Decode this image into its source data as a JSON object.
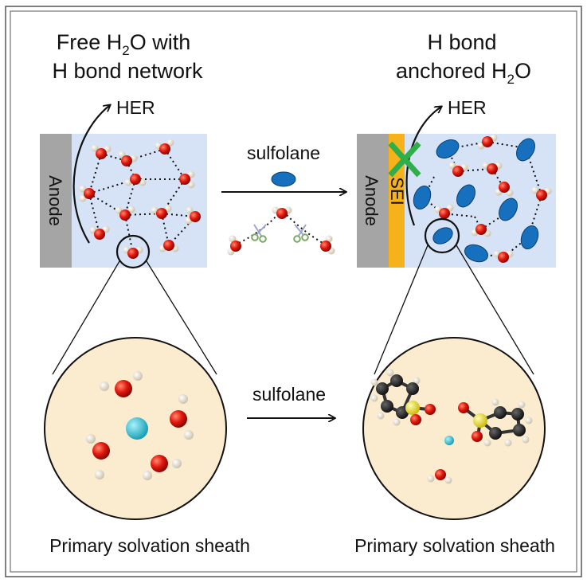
{
  "left_title": {
    "line1_prefix": "Free H",
    "line1_sub": "2",
    "line1_suffix": "O with",
    "line2": "H bond network"
  },
  "right_title": {
    "line1": "H bond",
    "line2_prefix": "anchored H",
    "line2_sub": "2",
    "line2_suffix": "O"
  },
  "left_panel": {
    "her_label": "HER",
    "anode_label": "Anode"
  },
  "right_panel": {
    "her_label": "HER",
    "anode_label": "Anode",
    "sei_label": "SEI"
  },
  "middle": {
    "top_label": "sulfolane",
    "bottom_label": "sulfolane"
  },
  "captions": {
    "left": "Primary solvation sheath",
    "right": "Primary solvation sheath"
  },
  "colors": {
    "electrolyte": "#d6e3f6",
    "anode": "#a5a5a5",
    "sei": "#f6b21a",
    "oxygen": "#e3170d",
    "hydrogen": "#eef0f8",
    "sulfolane": "#1670bd",
    "cation": "#2ec4d6",
    "sulfur": "#f2e50d",
    "carbon": "#1a1a1a",
    "sheath_bg": "#fbecd0",
    "cross": "#2fae4a"
  }
}
